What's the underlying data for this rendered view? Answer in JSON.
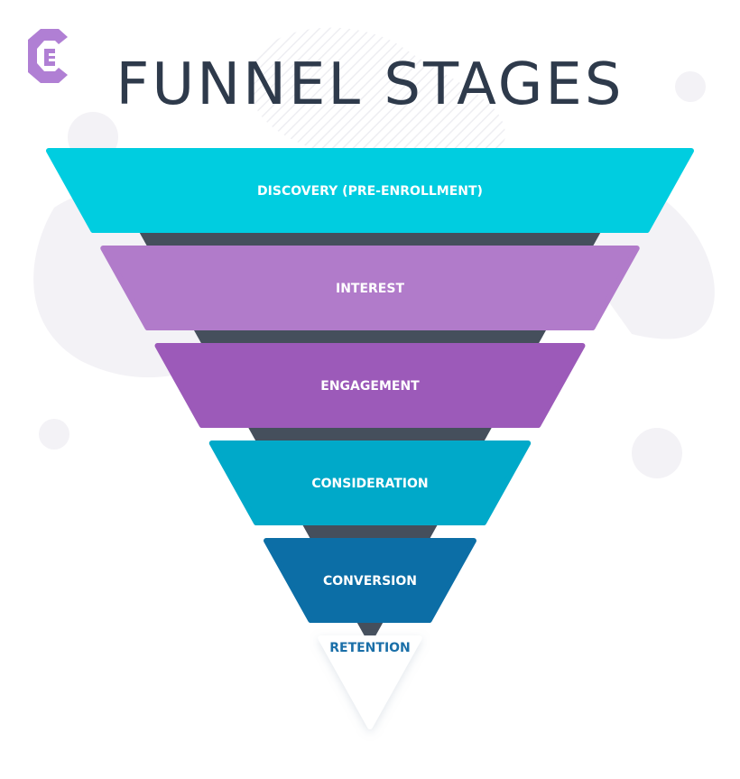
{
  "title": "FUNNEL STAGES",
  "logo": {
    "icon": "contentwriters-c-logo",
    "color": "#b07fd4"
  },
  "funnel": {
    "stages": [
      {
        "label": "DISCOVERY (PRE-ENROLLMENT)",
        "color": "#00cde0",
        "text_color": "#ffffff"
      },
      {
        "label": "INTEREST",
        "color": "#b17bca",
        "text_color": "#ffffff"
      },
      {
        "label": "ENGAGEMENT",
        "color": "#9c5ab9",
        "text_color": "#ffffff"
      },
      {
        "label": "CONSIDERATION",
        "color": "#00a9c9",
        "text_color": "#ffffff"
      },
      {
        "label": "CONVERSION",
        "color": "#0c6ea6",
        "text_color": "#ffffff"
      },
      {
        "label": "RETENTION",
        "color": "#ffffff",
        "text_color": "#1a6fa8"
      }
    ],
    "connector_color": "#454f5c"
  }
}
